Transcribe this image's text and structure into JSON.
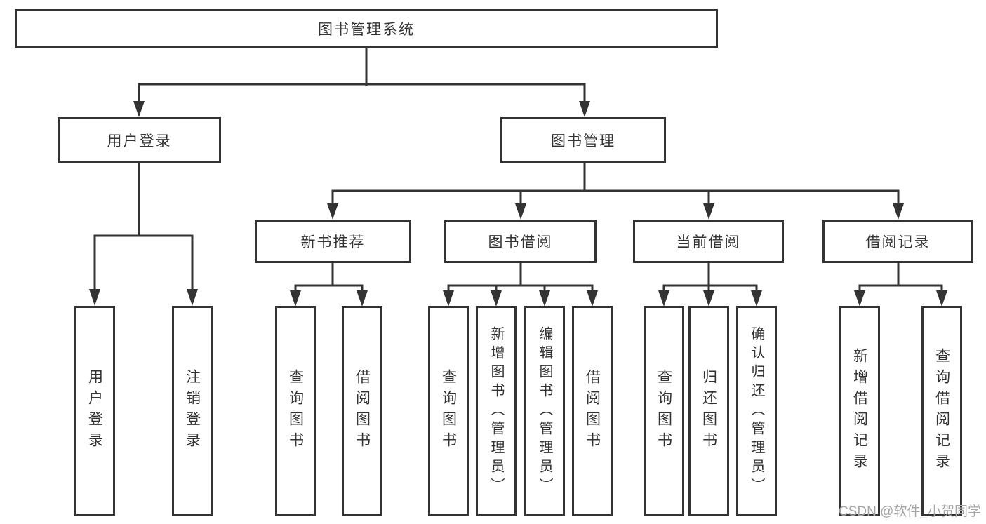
{
  "nodes": {
    "root": "图书管理系统",
    "l2": [
      "用户登录",
      "图书管理"
    ],
    "l3": [
      "新书推荐",
      "图书借阅",
      "当前借阅",
      "借阅记录"
    ],
    "leaves": [
      "用户登录",
      "注销登录",
      "查询图书",
      "借阅图书",
      "查询图书",
      "新增图书（管理员）",
      "编辑图书（管理员）",
      "借阅图书",
      "查询图书",
      "归还图书",
      "确认归还（管理员）",
      "新增借阅记录",
      "查询借阅记录"
    ]
  },
  "hierarchy": {
    "图书管理系统": [
      "用户登录",
      "图书管理"
    ],
    "用户登录": [
      "用户登录",
      "注销登录"
    ],
    "图书管理": [
      "新书推荐",
      "图书借阅",
      "当前借阅",
      "借阅记录"
    ],
    "新书推荐": [
      "查询图书",
      "借阅图书"
    ],
    "图书借阅": [
      "查询图书",
      "新增图书（管理员）",
      "编辑图书（管理员）",
      "借阅图书"
    ],
    "当前借阅": [
      "查询图书",
      "归还图书",
      "确认归还（管理员）"
    ],
    "借阅记录": [
      "新增借阅记录",
      "查询借阅记录"
    ]
  },
  "watermark": "CSDN @软件_小贺同学",
  "colors": {
    "line": "#333333",
    "text": "#333333",
    "watermark": "#a6a6a6",
    "bg": "#ffffff"
  }
}
